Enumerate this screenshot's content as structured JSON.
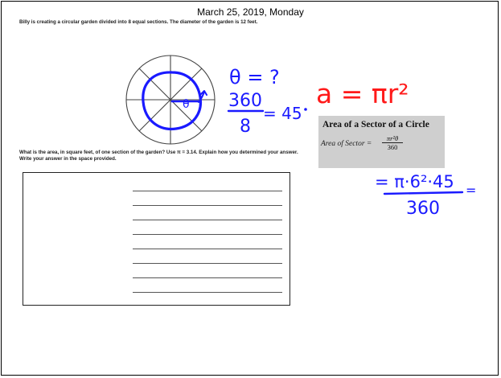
{
  "page": {
    "date_title": "March 25, 2019, Monday"
  },
  "problem": {
    "statement": "Billy is creating a circular garden divided into 8 equal sections. The diameter of the garden is 12 feet.",
    "question": "What is the area, in square feet, of one section of the garden? Use π = 3.14. Explain how you determined your answer. Write your answer in the space provided.",
    "sections": 8,
    "diameter_ft": 12
  },
  "formula_card": {
    "title": "Area of a Sector of a Circle",
    "formula_label": "Area of Sector =",
    "numerator": "πr²θ",
    "denominator": "360"
  },
  "annotations": {
    "theta_question": "θ = ?",
    "angle_fraction_num": "360",
    "angle_fraction_den": "8",
    "angle_result": "= 45",
    "circle_formula": "a = πr²",
    "substitution_num": "= π·6²·45",
    "substitution_den": "360",
    "trailing_equals": "=",
    "theta_in_circle": "θ"
  },
  "colors": {
    "ink_blue": "#1a1aff",
    "ink_red": "#ff1a1a",
    "card_gray": "#cfcfcf"
  }
}
